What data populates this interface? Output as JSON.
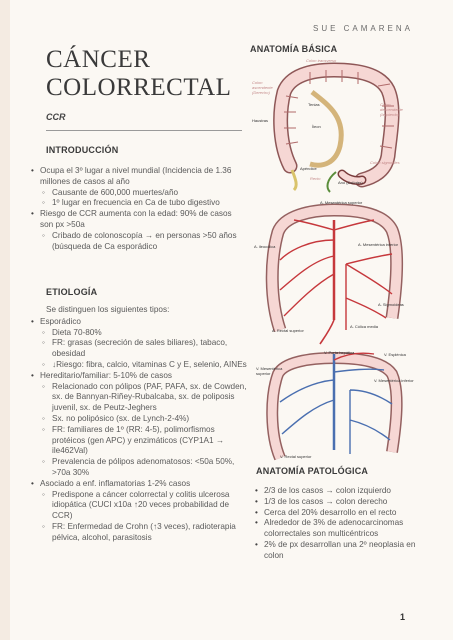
{
  "author": "SUE CAMARENA",
  "title_line1": "CÁNCER",
  "title_line2": "COLORRECTAL",
  "subtitle": "CCR",
  "page_number": "1",
  "intro": {
    "heading": "INTRODUCCIÓN",
    "b1": "Ocupa el 3º lugar a nivel mundial (Incidencia de 1.36 millones de casos al año",
    "b1_s1": "Causante de 600,000 muertes/año",
    "b1_s2": "1º lugar en frecuencia en Ca de tubo digestivo",
    "b2": "Riesgo de CCR aumenta con la edad: 90% de casos son px >50a",
    "b2_s1": "Cribado de colonoscopía → en personas >50 años (búsqueda de Ca esporádico"
  },
  "etio": {
    "heading": "ETIOLOGÍA",
    "lead": "Se distinguen los siguientes tipos:",
    "b1": "Esporádico",
    "b1_s1": "Dieta 70-80%",
    "b1_s2": "FR: grasas (secreción de sales biliares), tabaco, obesidad",
    "b1_s3": "↓Riesgo: fibra, calcio, vitaminas C y E, selenio, AINEs",
    "b2": "Hereditario/familiar: 5-10% de casos",
    "b2_s1": "Relacionado con pólipos (PAF, PAFA, sx. de Cowden, sx. de Bannyan-Riñey-Rubalcaba, sx. de poliposis juvenil, sx. de Peutz-Jeghers",
    "b2_s2": "Sx. no polipósico (sx. de Lynch-2-4%)",
    "b2_s3": "FR: familiares de 1º (RR: 4-5), polimorfismos protéicos (gen APC) y enzimáticos (CYP1A1 → ile462Val)",
    "b2_s4": "Prevalencia de pólipos adenomatosos: <50a 50%, >70a 30%",
    "b3": "Asociado a enf. inflamatorias 1-2% casos",
    "b3_s1": "Predispone a cáncer colorrectal y colitis ulcerosa idiopática (CUCI x10a ↑20 veces probabilidad de CCR)",
    "b3_s2": "FR: Enfermedad de Crohn (↑3 veces), radioterapia pélvica, alcohol, parasitosis"
  },
  "anat": {
    "heading": "ANATOMÍA BÁSICA",
    "l_transverso": "Colon transverso",
    "l_ascendente": "Colon ascendente (Derecho)",
    "l_descendente": "Colon descendente (Izquierdo)",
    "l_haustras": "Haustras",
    "l_tenias": "Tenias",
    "l_ileon": "Íleon",
    "l_apendice": "Apéndice",
    "l_recto": "Recto",
    "l_ano": "Ano (Esfínter)",
    "l_sigmoides": "Colon sigmoides",
    "l_art_ileo": "A. ileocólica",
    "l_art_mes_sup": "A. Mesentérica superior",
    "l_art_mes_inf": "A. Mesentérica inferior",
    "l_art_colica": "A. Cólica media",
    "l_art_sigmoideas": "A. Sigmoideas",
    "l_art_rectal": "A. Rectal superior",
    "l_vena_porta": "V. Porta hepática",
    "l_vena_mes_sup": "V. Mesentérica superior",
    "l_vena_mes_inf": "V. Mesentérica inferior",
    "l_vena_esplenica": "V. Esplénica",
    "l_vena_rectal": "V. Rectal superior"
  },
  "patol": {
    "heading": "ANATOMÍA PATOLÓGICA",
    "b1": "2/3 de los casos → colon izquierdo",
    "b2": "1/3 de los casos → colon derecho",
    "b3": "Cerca del 20% desarrollo en el recto",
    "b4": "Alrededor de 3% de adenocarcinomas colorrectales son multicéntricos",
    "b5": "2% de px desarrollan una 2º neoplasia en colon"
  },
  "colors": {
    "colon_fill": "#f6d7d4",
    "colon_line": "#7a3b3b",
    "artery": "#c6383c",
    "vein": "#4a6fb0",
    "ileum": "#d4b47a",
    "appendix": "#d9c36a"
  }
}
